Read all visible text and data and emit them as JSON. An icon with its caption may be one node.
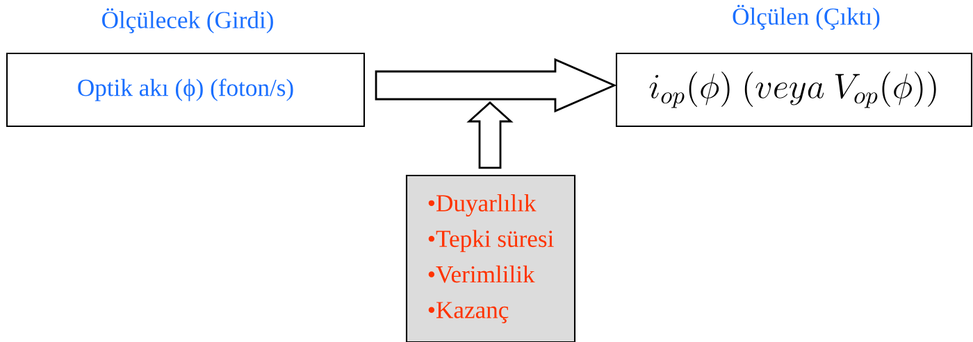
{
  "diagram": {
    "nodes": [
      {
        "text": [
          "Ölçülecek (Girdi)",
          "Optik akı (ϕ) (foton/s)"
        ]
      },
      {
        "text": [
          "Ölçülen (Çıktı)",
          "i_{op}(\\phi)\\ (veya\\ V_{op}(\\phi))"
        ]
      },
      {
        "text": [
          "•Duyarlılık",
          "•Tepki süresi",
          "•Verimlilik",
          "•Kazanç"
        ]
      }
    ],
    "edges": [
      {
        "from": 0,
        "to": 1,
        "arrow": "to"
      },
      {
        "from": 2,
        "to": null,
        "arrow": "to"
      }
    ]
  }
}
